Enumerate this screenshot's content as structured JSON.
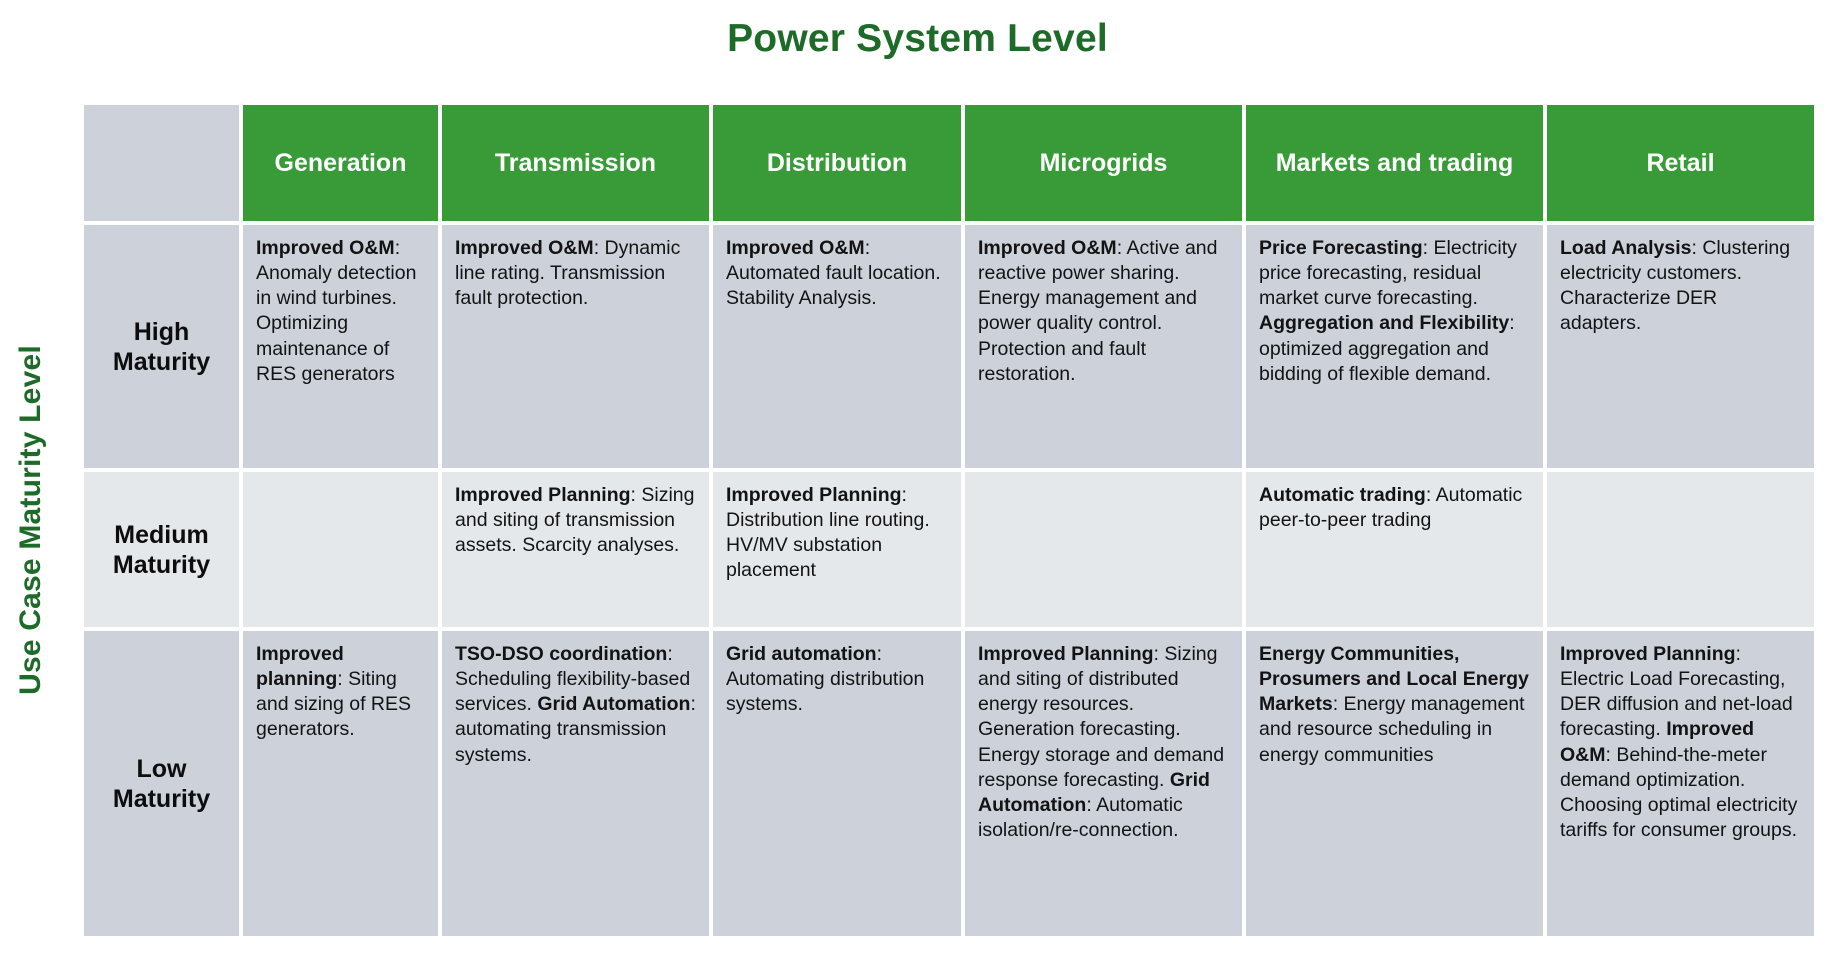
{
  "title": "Power System Level",
  "vertical_axis_label": "Use Case Maturity Level",
  "colors": {
    "title_green": "#1e6b29",
    "header_green": "#389b38",
    "row_shade_dark": "#ccd1da",
    "row_shade_light": "#e5e8eb",
    "header_text": "#ffffff",
    "body_text": "#131313"
  },
  "columns": [
    {
      "label": ""
    },
    {
      "label": "Generation"
    },
    {
      "label": "Transmission"
    },
    {
      "label": "Distribution"
    },
    {
      "label": "Microgrids"
    },
    {
      "label": "Markets and trading"
    },
    {
      "label": "Retail"
    }
  ],
  "rows": [
    {
      "label": "High Maturity",
      "shade": "dark",
      "cells": [
        {
          "segments": [
            {
              "text": "Improved O&M",
              "bold": true
            },
            {
              "text": ": Anomaly detection in wind turbines. Optimizing maintenance of RES generators",
              "bold": false
            }
          ]
        },
        {
          "segments": [
            {
              "text": "Improved O&M",
              "bold": true
            },
            {
              "text": ": Dynamic line rating. Transmission fault protection.",
              "bold": false
            }
          ]
        },
        {
          "segments": [
            {
              "text": "Improved O&M",
              "bold": true
            },
            {
              "text": ": Automated fault location. Stability Analysis.",
              "bold": false
            }
          ]
        },
        {
          "segments": [
            {
              "text": "Improved O&M",
              "bold": true
            },
            {
              "text": ": Active and reactive power sharing. Energy management and power quality control. Protection and fault restoration.",
              "bold": false
            }
          ]
        },
        {
          "segments": [
            {
              "text": "Price Forecasting",
              "bold": true
            },
            {
              "text": ": Electricity price forecasting, residual market curve forecasting. ",
              "bold": false
            },
            {
              "text": "Aggregation and Flexibility",
              "bold": true
            },
            {
              "text": ": optimized aggregation and bidding of flexible demand.",
              "bold": false
            }
          ]
        },
        {
          "segments": [
            {
              "text": "Load Analysis",
              "bold": true
            },
            {
              "text": ": Clustering electricity customers. Characterize DER adapters.",
              "bold": false
            }
          ]
        }
      ]
    },
    {
      "label": "Medium Maturity",
      "shade": "light",
      "cells": [
        {
          "segments": []
        },
        {
          "segments": [
            {
              "text": "Improved Planning",
              "bold": true
            },
            {
              "text": ": Sizing and siting of transmission assets. Scarcity analyses.",
              "bold": false
            }
          ]
        },
        {
          "segments": [
            {
              "text": "Improved Planning",
              "bold": true
            },
            {
              "text": ": Distribution line routing. HV/MV substation placement",
              "bold": false
            }
          ]
        },
        {
          "segments": []
        },
        {
          "segments": [
            {
              "text": "Automatic trading",
              "bold": true
            },
            {
              "text": ": Automatic peer-to-peer trading",
              "bold": false
            }
          ]
        },
        {
          "segments": []
        }
      ]
    },
    {
      "label": "Low Maturity",
      "shade": "dark",
      "cells": [
        {
          "segments": [
            {
              "text": "Improved planning",
              "bold": true
            },
            {
              "text": ": Siting and sizing of RES generators.",
              "bold": false
            }
          ]
        },
        {
          "segments": [
            {
              "text": "TSO-DSO coordination",
              "bold": true
            },
            {
              "text": ": Scheduling flexibility-based services. ",
              "bold": false
            },
            {
              "text": "Grid Automation",
              "bold": true
            },
            {
              "text": ": automating transmission systems.",
              "bold": false
            }
          ]
        },
        {
          "segments": [
            {
              "text": "Grid automation",
              "bold": true
            },
            {
              "text": ": Automating distribution systems.",
              "bold": false
            }
          ]
        },
        {
          "segments": [
            {
              "text": "Improved Planning",
              "bold": true
            },
            {
              "text": ": Sizing and siting of distributed energy resources. Generation forecasting. Energy storage and demand response forecasting. ",
              "bold": false
            },
            {
              "text": "Grid Automation",
              "bold": true
            },
            {
              "text": ": Automatic isolation/re-connection.",
              "bold": false
            }
          ]
        },
        {
          "segments": [
            {
              "text": "Energy Communities, Prosumers and Local Energy Markets",
              "bold": true
            },
            {
              "text": ": Energy management and resource scheduling in energy communities",
              "bold": false
            }
          ]
        },
        {
          "segments": [
            {
              "text": "Improved Planning",
              "bold": true
            },
            {
              "text": ": Electric Load Forecasting, DER diffusion and net-load forecasting. ",
              "bold": false
            },
            {
              "text": "Improved O&M",
              "bold": true
            },
            {
              "text": ": Behind-the-meter demand optimization. Choosing optimal electricity tariffs for consumer groups.",
              "bold": false
            }
          ]
        }
      ]
    }
  ]
}
